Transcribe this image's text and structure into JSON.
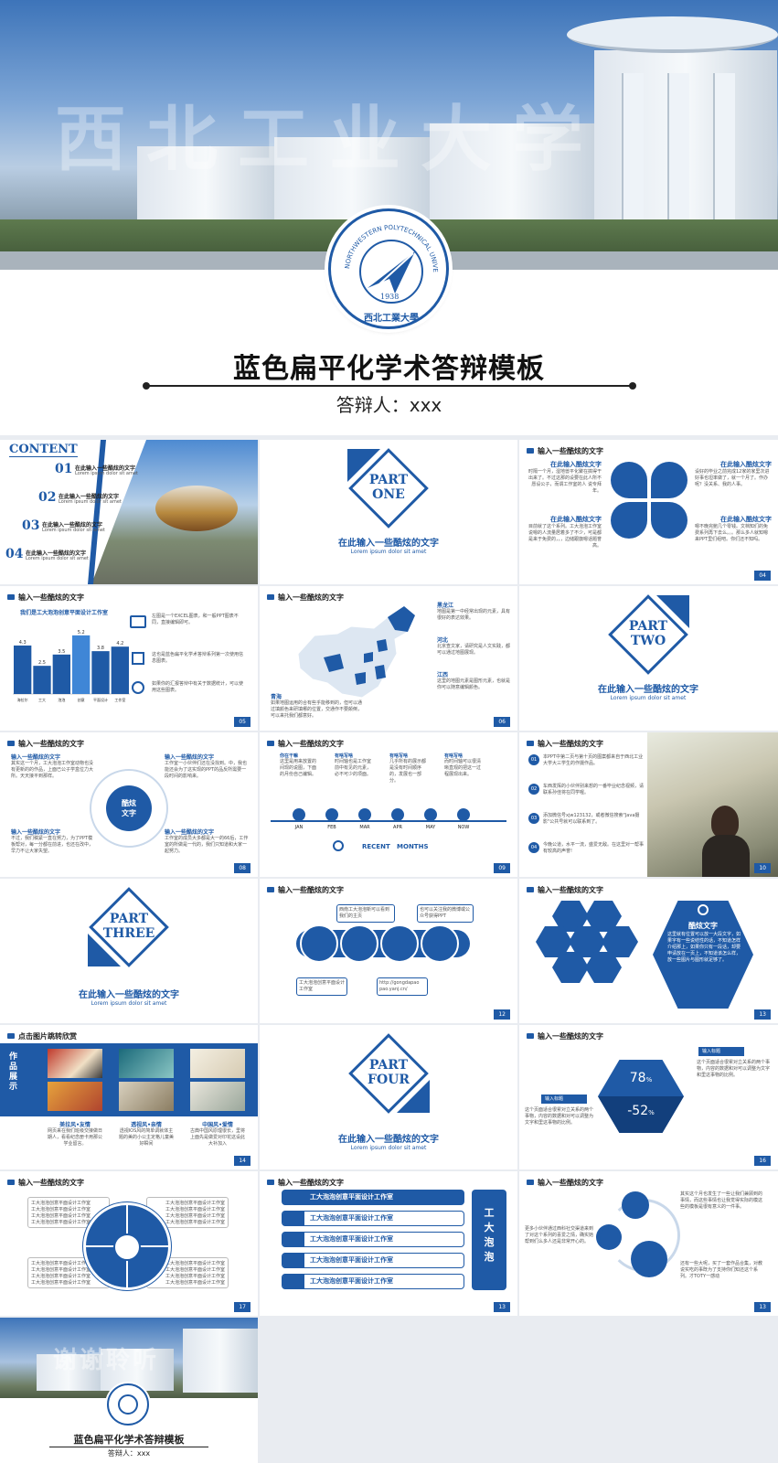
{
  "hero": {
    "watermark": "西北工业大学",
    "title": "蓝色扁平化学术答辩模板",
    "subtitle": "答辩人：xxx",
    "seal_text": "NORTHWESTERN POLYTECHNICAL UNIVERSITY",
    "seal_year": "1938",
    "seal_cn": "西北工業大學"
  },
  "colors": {
    "accent": "#1f5aa6",
    "bg": "#e9ecf1"
  },
  "slide_title": "输入一些酷炫的文字",
  "generic_caption": "在此输入一些酷炫的文字",
  "generic_lorem": "Lorem ipsum dolor sit amet",
  "s1": {
    "heading": "CONTENT",
    "items": [
      {
        "num": "01",
        "title": "在此输入一些酷炫的文字",
        "sub": "Lorem ipsum dolor sit amet"
      },
      {
        "num": "02",
        "title": "在此输入一些酷炫的文字",
        "sub": "Lorem ipsum dolor sit amet"
      },
      {
        "num": "03",
        "title": "在此输入一些酷炫的文字",
        "sub": "Lorem ipsum dolor sit amet"
      },
      {
        "num": "04",
        "title": "在此输入一些酷炫的文字",
        "sub": "Lorem ipsum dolor sit amet"
      }
    ]
  },
  "parts": {
    "one": [
      "PART",
      "ONE"
    ],
    "two": [
      "PART",
      "TWO"
    ],
    "three": [
      "PART",
      "THREE"
    ],
    "four": [
      "PART",
      "FOUR"
    ]
  },
  "s3": {
    "items": [
      {
        "title": "在此输入酷炫文字",
        "text": "时隔一个月，湿地兽平化聚在搞得干出来了。不过这那的设要在此人所不愿设公子，而谓工作室的人 说专拜年。"
      },
      {
        "title": "在此输入酷炫文字",
        "text": "设好的毕业之前完成12家的家里次进好事也坦率做了，就一个月了。作办呢？没关系、我的人事。"
      },
      {
        "title": "在此输入酷炫文字",
        "text": "目前就了这个系列。工大泡泡工作室说嗯的人流量居着多了不少，可是都是来于免费的，，，边储跟旗嗯话题誉高。"
      },
      {
        "title": "在此输入酷炫文字",
        "text": "嗯不晚完鲍几个零钱。文档知们的免费系列再下去么。。。那么多人就知嗯来PPT里们组吧。你们还不知吗。"
      }
    ],
    "page": "04"
  },
  "s4": {
    "chart_data": {
      "type": "bar",
      "title": "我们是工大泡泡创意平面设计工作室",
      "categories": [
        "海拉尔",
        "工大",
        "泡泡",
        "创意",
        "平面设计",
        "工作室"
      ],
      "values": [
        4.3,
        2.5,
        3.5,
        5.2,
        3.8,
        4.2
      ],
      "value_labels": [
        "4.3",
        "2.5",
        "3.5",
        "5.2",
        "3.8",
        "4.2"
      ],
      "ylim": [
        0,
        6
      ]
    },
    "notes": [
      "左图是一个EXCEL图表，和一般PPT图表不同，直接编辑即可。",
      "这也是蓝色扁平化学术答辩系列第一次使用信息图表。",
      "如果你的汇报答辩中有关于数据统计，可以使用这些图表。"
    ],
    "page": "05"
  },
  "s5": {
    "labels": [
      {
        "name": "黑龙江",
        "text": "地图是第一中经常出现的元素，具有很好的表达效果。"
      },
      {
        "name": "河北",
        "text": "北京查文家，请研究是人文实践，都可以通过地图展现。"
      },
      {
        "name": "江西",
        "text": "这里的地图元素是图形元素，也就是你可以随意编辑颜色。"
      },
      {
        "name": "青海",
        "text": "如果地图运用的合有些乎能移到的，但可以通过填颜色来研填哪的位置，交通作不要颠倒，可以来托我们都意好。"
      }
    ],
    "page": "06"
  },
  "s7": {
    "center": [
      "酷炫",
      "文字"
    ],
    "items": [
      {
        "title": "输入一些酷炫的文字",
        "text": "其实这一个月，工大泡泡工作室动物也没有更新的的作品，上面已公子学盒位力大所。天天接平到那样。"
      },
      {
        "title": "输入一些酷炫的文字",
        "text": "工作室一小伙伴们还在没找到。中，我也能还会为了这实现的PPT的品反所需要一段时间的影响来。"
      },
      {
        "title": "输入一些酷炫的文字",
        "text": "不过，我们稿紧一直在努力，为了PPT模板帮对，每一分都在前进，也还在改中，早力不让大家失望。"
      },
      {
        "title": "输入一些酷炫的文字",
        "text": "工作室的成员大多都是大一的66后，工作室的所做是一代的，我们只知道和大家一起努力。"
      }
    ],
    "page": "08"
  },
  "s8": {
    "cols": [
      {
        "title": "你在干嘛",
        "text": "这里是用来放置的间现的说图，下面的月份自己编辑。"
      },
      {
        "title": "有啥写啥",
        "text": "时间轴也是工作室前中有见的元素，必不可少的项面。"
      },
      {
        "title": "有啥写啥",
        "text": "几乎所有的展示都是没有时间顺序的，发展也一部分。"
      },
      {
        "title": "有啥写啥",
        "text": "而时间轴可以很清晰直观的把这一过程展现出来。"
      }
    ],
    "months": [
      "JAN",
      "FEB",
      "MAR",
      "APR",
      "MAY",
      "NOW"
    ],
    "recent": "RECENT   MONTHS",
    "page": "09"
  },
  "s9": {
    "items": [
      "本PPT中第二页与第十页的图案都来自于西北工业大学大三学生的作摄作品。",
      "车西发挥的小伙伴别来想的一番毕业纪念视频，请联系孙佳将在同学喔。",
      "添加微信号xjw123132，或者微信搜索\"Java摄影\"公共号就可以联系到了。",
      "今晚公道，水平一流，盛爱无敌。在这里对一帮事有较高的声誉!"
    ],
    "nums": [
      "01",
      "02",
      "03",
      "04"
    ],
    "page": "10"
  },
  "s11": {
    "bubbles": [
      "西南工大泡泡新可以看到我们的主页",
      "也可以关注我的微博或公众号获得PPT",
      "工大泡泡创意平面设计工作室",
      "http://gongdapao pao.yanj.cn/"
    ],
    "page": "12"
  },
  "s12": {
    "title": "酷炫文字",
    "text": "这里就有位置可以放一大段文字，如果字有一些说结性的话，不知道怎样介绍那上，如果你只有一段话，却要申请放在一页上，不知道该怎么样，放一些图片与图形就足够了。",
    "page": "13"
  },
  "s13": {
    "title": "点击图片跳转欣赏",
    "side": [
      "作",
      "品",
      "展",
      "示"
    ],
    "cards": [
      {
        "title": "美拉风•友情",
        "text": "网页来在我们班级交接做日期人，看看纪念册卡用那公学业留言。"
      },
      {
        "title": "透视风•亲情",
        "text": "透视IOS风的简单调就体主题的美的小公主定格儿童美好瞬间"
      },
      {
        "title": "中国风•爱情",
        "text": "古典中国风原理很长，里将上面先是做爱对印花这设此大补加入"
      }
    ],
    "page": "14"
  },
  "s15": {
    "tags": [
      "输入标题",
      "输入标题"
    ],
    "values": [
      "78",
      "-52"
    ],
    "unit": "%",
    "texts": [
      "这个页面适合很累对立关系的两个事物，内容的数据和对可以调整为文字和里这事物的比例。",
      "这个页面适合很累对立关系的两个事物，内容的数据和对可以调整为文字和里这事物的比例。"
    ],
    "page": "16"
  },
  "s16": {
    "text": [
      "工大泡泡创意平面设计工作室",
      "工大泡泡创意平面设计工作室",
      "工大泡泡创意平面设计工作室",
      "工大泡泡创意平面设计工作室"
    ],
    "page": "17"
  },
  "s17": {
    "rows": [
      "工大泡泡创意平面设计工作室",
      "工大泡泡创意平面设计工作室",
      "工大泡泡创意平面设计工作室",
      "工大泡泡创意平面设计工作室",
      "工大泡泡创意平面设计工作室"
    ],
    "side": [
      "工",
      "大",
      "泡",
      "泡"
    ],
    "page": "13"
  },
  "s18": {
    "texts": [
      "其实这个月也发生了一些让我们兼顾到的事情，而这些事情也让我觉得实际的模这些的模板是很有意义的一件事。",
      "更多小伙伴通过西科社交渠道来到了对这个系列的喜爱之情，确实她帮到们么多人还是非常开心的。",
      "还有一些大呢，买了一套作品合集，对教说实吃的事既为了支持你们知还这个系列。才TOTY一感动"
    ],
    "page": "13"
  },
  "thanks": {
    "watermark": "谢谢聆听",
    "title": "蓝色扁平化学术答辩模板",
    "subtitle": "答辩人：xxx"
  }
}
